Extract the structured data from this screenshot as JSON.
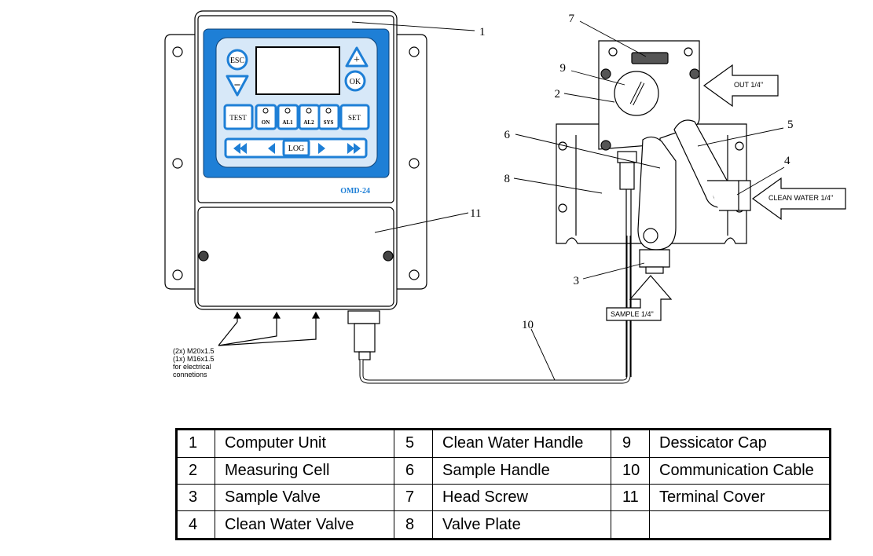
{
  "device": {
    "model_label": "OMD-24",
    "keys": {
      "esc": "ESC",
      "minus": "–",
      "plus": "+",
      "ok": "OK",
      "test": "TEST",
      "on": "ON",
      "al1": "AL1",
      "al2": "AL2",
      "sys": "SYS",
      "set": "SET",
      "log": "LOG"
    }
  },
  "callouts": [
    "1",
    "2",
    "3",
    "4",
    "5",
    "6",
    "7",
    "8",
    "9",
    "10",
    "11"
  ],
  "port_labels": {
    "out": "OUT 1/4\"",
    "clean_water": "CLEAN WATER 1/4\"",
    "sample": "SAMPLE 1/4\""
  },
  "glands_note": [
    "(2x) M20x1.5",
    "(1x) M16x1.5",
    "for electrical",
    "connetions"
  ],
  "legend": [
    [
      {
        "num": "1",
        "text": "Computer Unit"
      },
      {
        "num": "5",
        "text": "Clean Water Handle"
      },
      {
        "num": "9",
        "text": "Dessicator Cap"
      }
    ],
    [
      {
        "num": "2",
        "text": "Measuring Cell"
      },
      {
        "num": "6",
        "text": "Sample Handle"
      },
      {
        "num": "10",
        "text": "Communication Cable"
      }
    ],
    [
      {
        "num": "3",
        "text": "Sample Valve"
      },
      {
        "num": "7",
        "text": "Head Screw"
      },
      {
        "num": "11",
        "text": "Terminal Cover"
      }
    ],
    [
      {
        "num": "4",
        "text": "Clean Water Valve"
      },
      {
        "num": "8",
        "text": "Valve Plate"
      },
      {
        "num": "",
        "text": ""
      }
    ]
  ]
}
